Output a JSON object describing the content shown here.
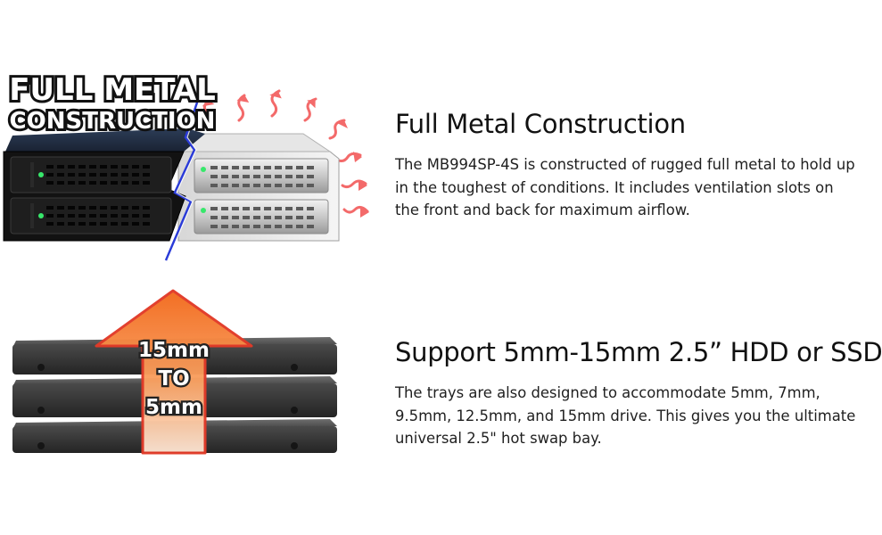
{
  "colors": {
    "badge_fill": "#ffffff",
    "badge_outline": "#1b1b1b",
    "arrow_fill": "#f47a25",
    "arrow_outline": "#e23a28",
    "heat_wave": "#f36a6a",
    "led_green": "#37e86b",
    "crack_line": "#2233cc"
  },
  "feature_metal": {
    "badge_line1": "FULL METAL",
    "badge_line2": "CONSTRUCTION",
    "title": "Full Metal Construction",
    "description": "The MB994SP-4S is constructed of rugged full metal to hold up in the toughest of conditions. It includes ventilation slots on the front and back for maximum airflow."
  },
  "feature_size": {
    "arrow_line1": "15mm",
    "arrow_line2": "TO",
    "arrow_line3": "5mm",
    "title": "Support 5mm-15mm 2.5” HDD or SSD",
    "description": "The trays are also designed to accommodate 5mm, 7mm, 9.5mm, 12.5mm, and 15mm drive. This gives you the ultimate universal 2.5\" hot swap bay."
  }
}
